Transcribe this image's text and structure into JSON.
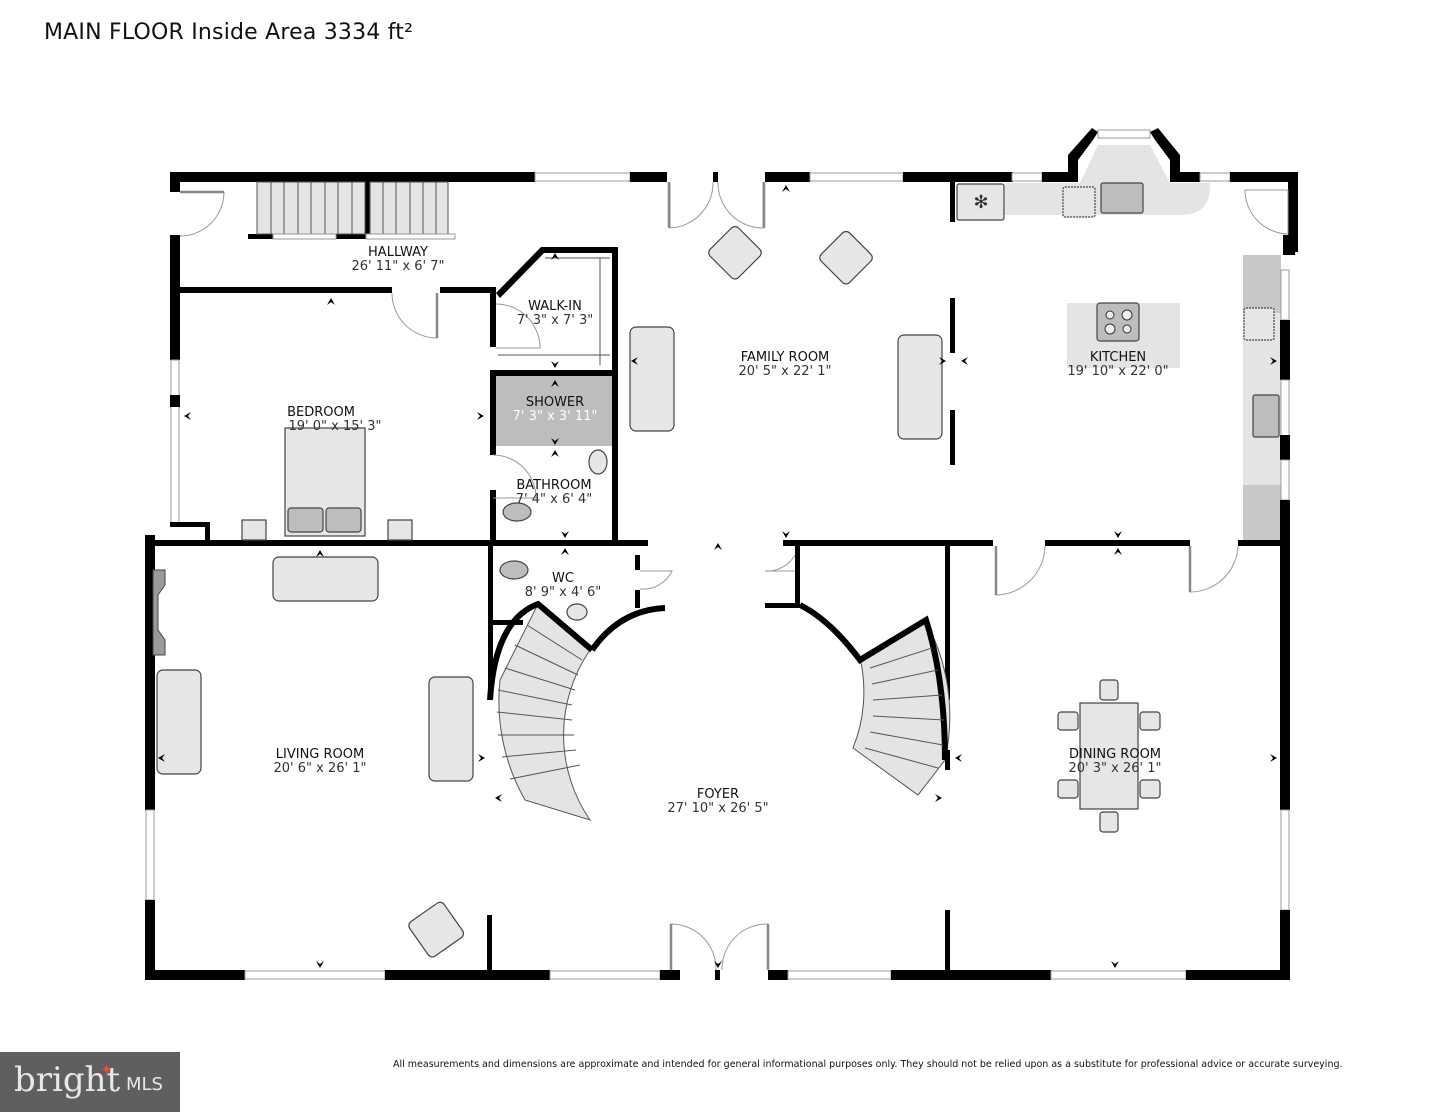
{
  "header": {
    "title": "MAIN FLOOR Inside Area 3334 ft²"
  },
  "rooms": [
    {
      "name": "HALLWAY",
      "dims": "26' 11\" x 6' 7\""
    },
    {
      "name": "WALK-IN",
      "dims": "7' 3\" x 7' 3\""
    },
    {
      "name": "SHOWER",
      "dims": "7' 3\" x 3' 11\""
    },
    {
      "name": "BEDROOM",
      "dims": "19' 0\" x 15' 3\""
    },
    {
      "name": "BATHROOM",
      "dims": "7' 4\" x 6' 4\""
    },
    {
      "name": "FAMILY ROOM",
      "dims": "20' 5\" x 22' 1\""
    },
    {
      "name": "KITCHEN",
      "dims": "19' 10\" x 22' 0\""
    },
    {
      "name": "WC",
      "dims": "8' 9\" x 4' 6\""
    },
    {
      "name": "LIVING ROOM",
      "dims": "20' 6\" x 26' 1\""
    },
    {
      "name": "FOYER",
      "dims": "27' 10\" x 26' 5\""
    },
    {
      "name": "DINING ROOM",
      "dims": "20' 3\" x 26' 1\""
    }
  ],
  "footer": {
    "logo_word": "bright",
    "logo_suffix": "MLS",
    "logo_star": "✦",
    "disclaimer": "All measurements and dimensions are approximate and intended for general informational purposes only. They should not be relied upon as a substitute for professional advice or accurate surveying."
  },
  "colors": {
    "wall": "#000000",
    "furniture": "#e6e6e6",
    "shower": "#bdbdbd",
    "logo_bg": "#5f5f5f",
    "logo_accent": "#e0503a"
  }
}
